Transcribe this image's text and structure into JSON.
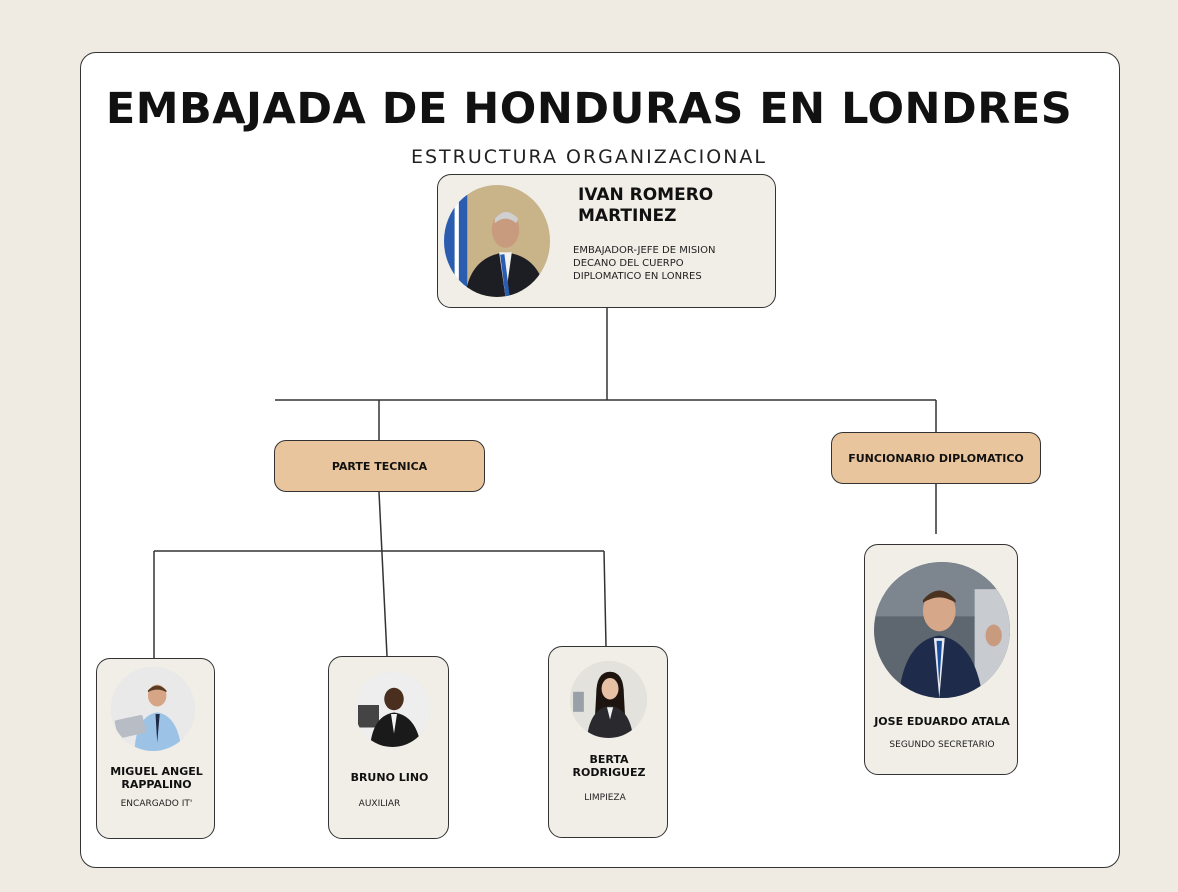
{
  "header": {
    "title": "EMBAJADA DE HONDURAS EN LONDRES",
    "subtitle": "ESTRUCTURA ORGANIZACIONAL"
  },
  "head": {
    "name_line1": "IVAN ROMERO",
    "name_line2": "MARTINEZ",
    "role_line1": "EMBAJADOR-JEFE DE MISION",
    "role_line2": "DECANO DEL CUERPO",
    "role_line3": "DIPLOMATICO EN LONRES"
  },
  "departments": {
    "technical": "PARTE TECNICA",
    "diplomatic": "FUNCIONARIO DIPLOMATICO"
  },
  "staff": {
    "miguel": {
      "name_line1": "MIGUEL ANGEL",
      "name_line2": "RAPPALINO",
      "role": "ENCARGADO IT'"
    },
    "bruno": {
      "name": "BRUNO LINO",
      "role": "AUXILIAR"
    },
    "berta": {
      "name_line1": "BERTA",
      "name_line2": "RODRIGUEZ",
      "role": "LIMPIEZA"
    },
    "jose": {
      "name": "JOSE EDUARDO ATALA",
      "role": "SEGUNDO SECRETARIO"
    }
  },
  "colors": {
    "background": "#efebe3",
    "card": "#f1eee7",
    "department": "#e8c59c",
    "line": "#333333"
  }
}
